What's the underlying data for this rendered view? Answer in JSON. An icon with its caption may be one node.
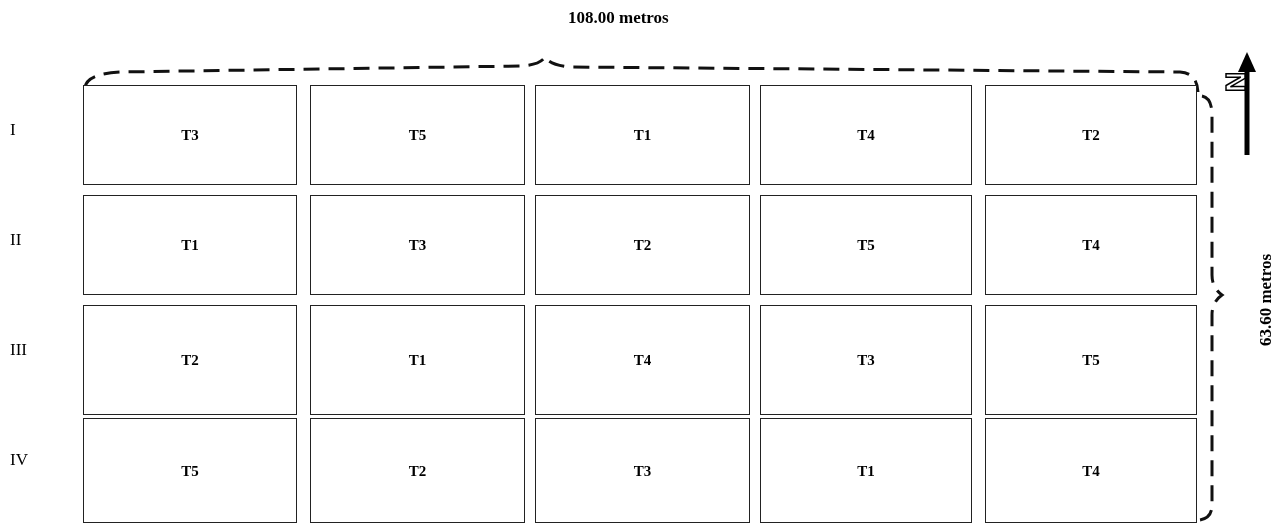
{
  "diagram": {
    "nodes": [
      {
        "text": [
          "T3"
        ]
      },
      {
        "text": [
          "T5"
        ]
      },
      {
        "text": [
          "T1"
        ]
      },
      {
        "text": [
          "T4"
        ]
      },
      {
        "text": [
          "T2"
        ]
      },
      {
        "text": [
          "T1"
        ]
      },
      {
        "text": [
          "T3"
        ]
      },
      {
        "text": [
          "T2"
        ]
      },
      {
        "text": [
          "T5"
        ]
      },
      {
        "text": [
          "T4"
        ]
      },
      {
        "text": [
          "T2"
        ]
      },
      {
        "text": [
          "T1"
        ]
      },
      {
        "text": [
          "T4"
        ]
      },
      {
        "text": [
          "T3"
        ]
      },
      {
        "text": [
          "T5"
        ]
      },
      {
        "text": [
          "T5"
        ]
      },
      {
        "text": [
          "T2"
        ]
      },
      {
        "text": [
          "T3"
        ]
      },
      {
        "text": [
          "T1"
        ]
      },
      {
        "text": [
          "T4"
        ]
      }
    ],
    "labels": [
      "108.00 metros",
      "N",
      "I",
      "II",
      "III",
      "IV",
      "63.60 metros"
    ]
  }
}
